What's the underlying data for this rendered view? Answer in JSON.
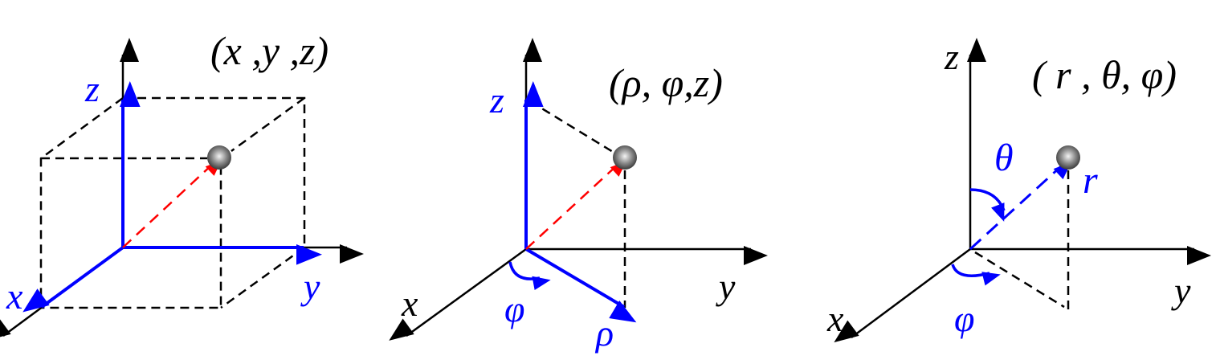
{
  "colors": {
    "accent": "#0000ff",
    "vector": "#ff0000",
    "axis": "#000000"
  },
  "panels": [
    {
      "name": "cartesian",
      "title": "(x ,y ,z)",
      "labels": {
        "x": "x",
        "y": "y",
        "z": "z"
      }
    },
    {
      "name": "cylindrical",
      "title": "(ρ, φ,z)",
      "labels": {
        "x": "x",
        "y": "y",
        "z": "z",
        "phi": "φ",
        "rho": "ρ"
      }
    },
    {
      "name": "spherical",
      "title": "( r , θ, φ)",
      "labels": {
        "x": "x",
        "y": "y",
        "z": "z",
        "theta": "θ",
        "r": "r",
        "phi": "φ"
      }
    }
  ]
}
